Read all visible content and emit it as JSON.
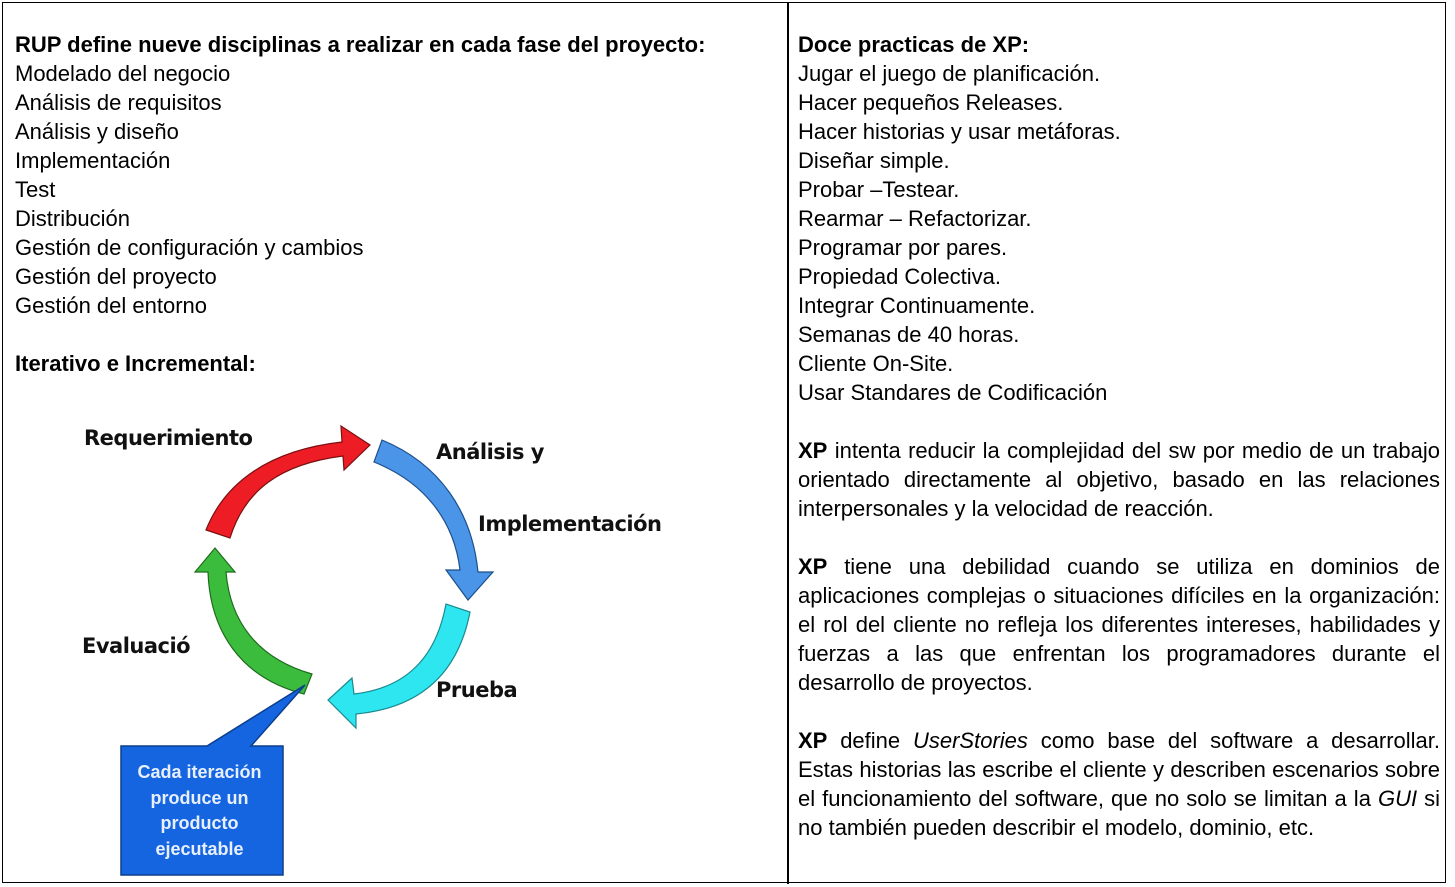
{
  "left": {
    "heading": "RUP define nueve disciplinas a realizar en cada fase del proyecto:",
    "disciplines": [
      "Modelado del negocio",
      "Análisis de requisitos",
      "Análisis y diseño",
      "Implementación",
      "Test",
      "Distribución",
      "Gestión de configuración y cambios",
      "Gestión del proyecto",
      "Gestión del entorno"
    ],
    "subheading": "Iterativo e Incremental:",
    "diagram": {
      "labels": {
        "requerimiento": "Requerimiento",
        "analisis": "Análisis y",
        "implementacion": "Implementación",
        "prueba": "Prueba",
        "evaluacion": "Evaluació"
      },
      "callout": [
        "Cada iteración",
        "produce un",
        "producto",
        "ejecutable"
      ],
      "colors": {
        "red": "#ee1c24",
        "blue": "#4a95e8",
        "cyan": "#2ee6f0",
        "green": "#3cbc3c",
        "callout": "#1565e0"
      }
    }
  },
  "right": {
    "heading": "Doce practicas de XP:",
    "practices": [
      "Jugar el juego de planificación.",
      "Hacer pequeños Releases.",
      "Hacer historias y usar metáforas.",
      "Diseñar simple.",
      "Probar –Testear.",
      "Rearmar – Refactorizar.",
      "Programar por pares.",
      "Propiedad Colectiva.",
      "Integrar Continuamente.",
      "Semanas de 40 horas.",
      "Cliente On-Site.",
      "Usar Standares de Codificación"
    ],
    "paragraphs": {
      "p1": {
        "bold": "XP",
        "text": " intenta reducir la complejidad del sw por medio de un trabajo orientado directamente al objetivo, basado en las relaciones interpersonales y la velocidad de reacción."
      },
      "p2": {
        "bold": "XP",
        "text": " tiene una debilidad cuando se utiliza en dominios de aplicaciones complejas o situaciones difíciles en la organización: el rol del cliente no refleja los diferentes intereses, habilidades y fuerzas a las que enfrentan los programadores durante el desarrollo de proyectos."
      },
      "p3": {
        "bold": "XP",
        "t1": " define ",
        "italic1": "UserStories",
        "t2": " como base del software a desarrollar. Estas historias las escribe el cliente y describen escenarios sobre el funcionamiento del software, que no solo se limitan a la ",
        "italic2": "GUI",
        "t3": " si no también pueden describir el modelo, dominio, etc."
      }
    }
  }
}
